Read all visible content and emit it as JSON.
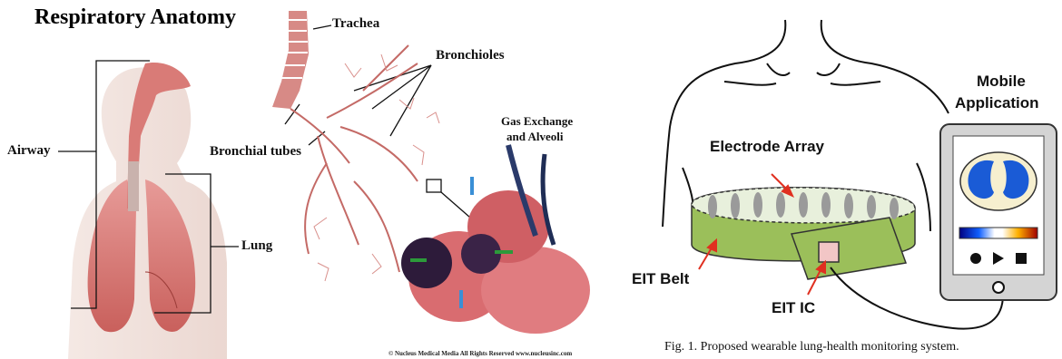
{
  "anatomy": {
    "title": "Respiratory Anatomy",
    "labels": {
      "trachea": "Trachea",
      "bronchioles": "Bronchioles",
      "airway": "Airway",
      "bronchial_tubes": "Bronchial tubes",
      "lung": "Lung",
      "gas_exchange_line1": "Gas Exchange",
      "gas_exchange_line2": "and Alveoli"
    },
    "credit": "© Nucleus Medical Media  All Rights Reserved  www.nucleusinc.com"
  },
  "system": {
    "labels": {
      "mobile_line1": "Mobile",
      "mobile_line2": "Application",
      "electrode_array": "Electrode Array",
      "eit_belt": "EIT Belt",
      "eit_ic": "EIT IC"
    },
    "caption": "Fig. 1. Proposed wearable lung-health monitoring system.",
    "colors": {
      "belt": "#9bbf5a",
      "belt_inner": "#e8f0dc",
      "electrode": "#9a9a9a",
      "ic_chip": "#f2c6c6",
      "annotation_arrow": "#e03020",
      "lung_image_blue": "#1a5bd6",
      "lung_image_bg": "#f6efcf"
    },
    "icons": [
      "record-icon",
      "play-icon",
      "stop-icon",
      "home-button-icon"
    ]
  }
}
